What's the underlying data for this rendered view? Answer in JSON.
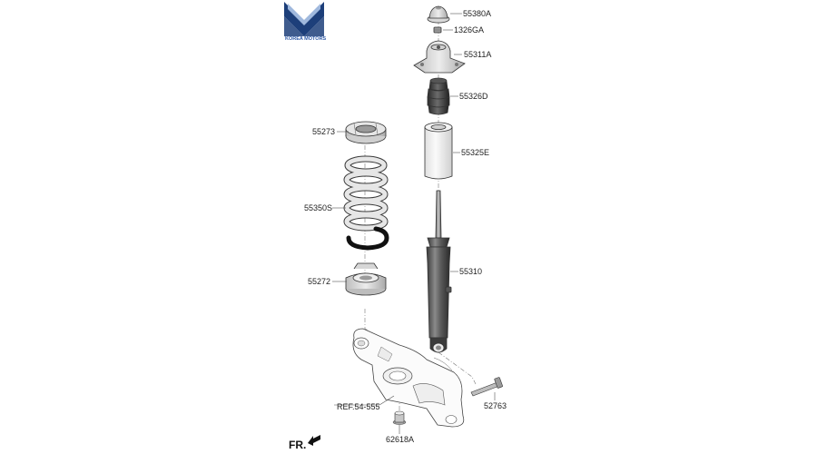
{
  "brand": {
    "name": "KOREA MOTORS",
    "logo_icon": "km-chevron-logo",
    "colors": {
      "dark": "#1d3f7a",
      "light": "#9fb8dd"
    }
  },
  "parts": {
    "p55380A": "55380A",
    "p1326GA": "1326GA",
    "p55311A": "55311A",
    "p55326D": "55326D",
    "p55273": "55273",
    "p55325E": "55325E",
    "p55350S": "55350S",
    "p55310": "55310",
    "p55272": "55272",
    "p52763": "52763",
    "p62618A": "62618A"
  },
  "reference": "REF.54-555",
  "direction_label": "FR."
}
